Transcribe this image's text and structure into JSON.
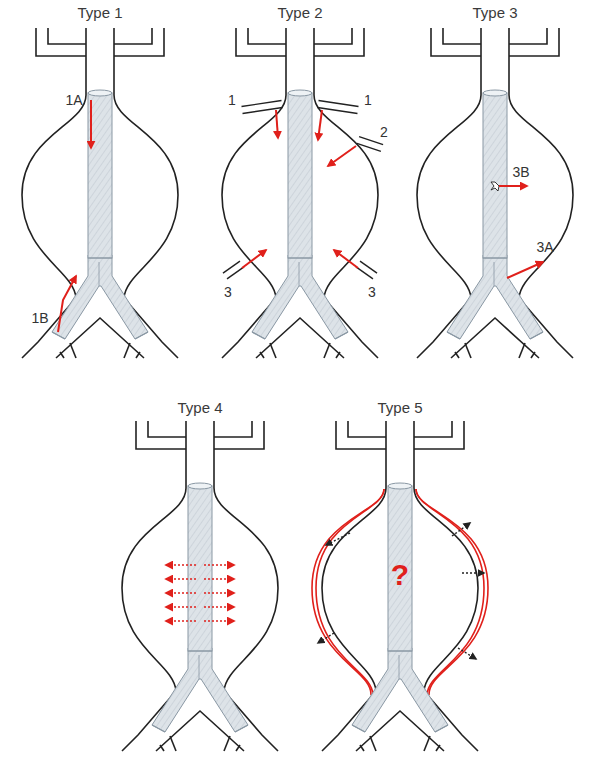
{
  "diagram": {
    "labels": [
      "Type 1",
      "1A",
      "1B",
      "Type 2",
      "1",
      "1",
      "2",
      "3",
      "3",
      "Type 3",
      "3B",
      "3A",
      "Type 4",
      "Type 5",
      "?"
    ]
  }
}
